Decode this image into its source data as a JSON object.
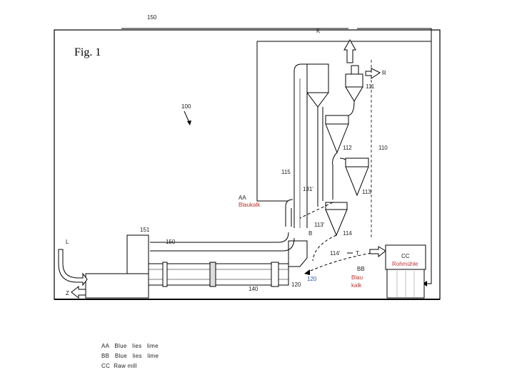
{
  "top_label": "150",
  "figure_title": "Fig. 1",
  "labels": {
    "l100": "100",
    "l115": "115",
    "l131": "131'",
    "l113p": "113'",
    "l114": "114",
    "l114p": "114'",
    "l110": "110",
    "l111": "111",
    "l112": "112",
    "l113": "113",
    "l151": "151",
    "l150": "150",
    "l120": "120",
    "l140": "140",
    "lB": "B",
    "lT": "T",
    "lL": "L",
    "lZ": "Z",
    "lR": "R",
    "lK": "K"
  },
  "annotations": {
    "aa_small": "AA",
    "aa_text": "Blaukalk",
    "bb_small": "BB",
    "bb_line1": "Blau",
    "bb_line2": "kalk",
    "cc_small": "CC",
    "cc_text": "Rohmühle",
    "blue_small": "120"
  },
  "legend": [
    "AA   Blue   lies   lime",
    "BB   Blue   lies   lime",
    "CC  Raw mill"
  ]
}
